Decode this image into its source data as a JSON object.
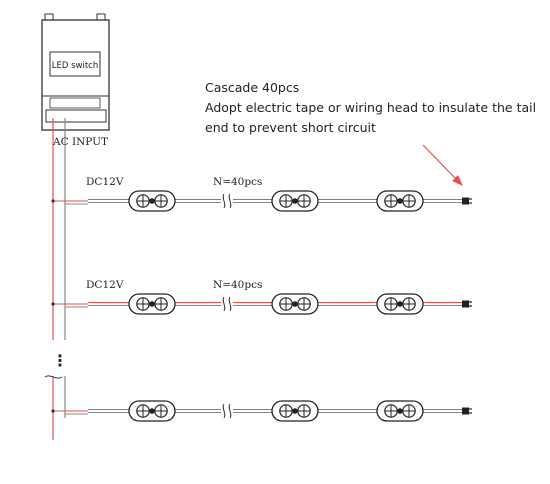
{
  "power_supply": {
    "label": "LED switch",
    "terminal_caption": "AC INPUT"
  },
  "note": {
    "title": "Cascade 40pcs",
    "line1": "Adopt electric tape or wiring head to insulate the tail",
    "line2": "end to prevent short circuit"
  },
  "rows": [
    {
      "voltage_label": "DC12V",
      "count_label": "N=40pcs"
    },
    {
      "voltage_label": "DC12V",
      "count_label": "N=40pcs"
    },
    {
      "voltage_label": "",
      "count_label": ""
    }
  ],
  "ellipsis": "⋮",
  "colors": {
    "wire_red": "#e8504e",
    "wire_gray": "#888888",
    "outline": "#333333",
    "arrow": "#e8504e"
  },
  "icons": [
    "led-module-icon",
    "break-symbol-icon",
    "connector-plug-icon",
    "arrow-icon"
  ]
}
